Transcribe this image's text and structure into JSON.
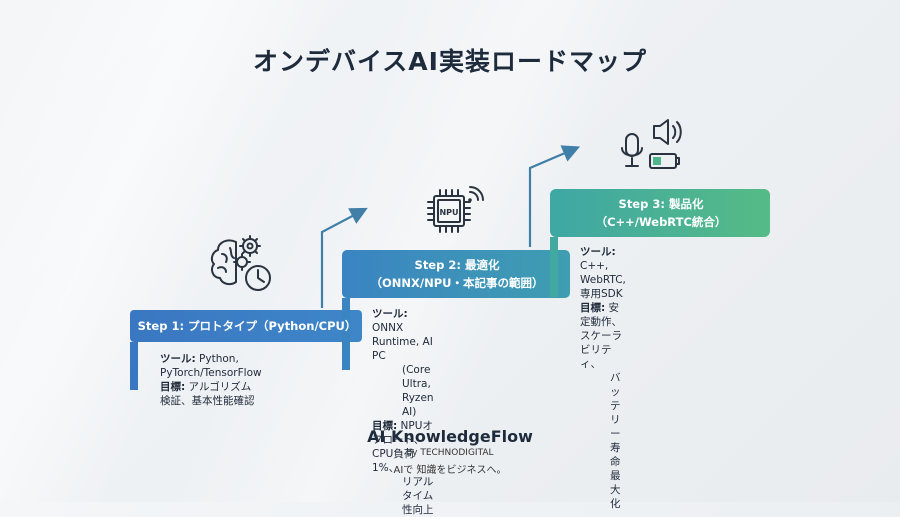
{
  "title": "オンデバイスAI実装ロードマップ",
  "steps": [
    {
      "head_line1": "Step 1: プロトタイプ（Python/CPU）",
      "tool_label": "ツール:",
      "tool_text": "Python, PyTorch/TensorFlow",
      "goal_label": "目標:",
      "goal_text": "アルゴリズム検証、基本性能確認",
      "icon": "brain-gears-clock-icon"
    },
    {
      "head_line1": "Step 2: 最適化",
      "head_line2": "（ONNX/NPU・本記事の範囲）",
      "tool_label": "ツール:",
      "tool_text": "ONNX Runtime, AI PC",
      "tool_text2": "(Core Ultra, Ryzen AI)",
      "goal_label": "目標:",
      "goal_text": "NPUオフロード、CPU負荷1%、",
      "goal_text2": "リアルタイム性向上",
      "icon": "npu-chip-icon",
      "icon_text": "NPU"
    },
    {
      "head_line1": "Step 3: 製品化",
      "head_line2": "（C++/WebRTC統合）",
      "tool_label": "ツール:",
      "tool_text": "C++, WebRTC, 専用SDK",
      "goal_label": "目標:",
      "goal_text": "安定動作、スケーラビリティ、",
      "goal_text2": "バッテリー寿命最大化",
      "icon": "microphone-speaker-battery-icon"
    }
  ],
  "brand": {
    "name": "AI KnowledgeFlow",
    "by": "by TECHNODIGITAL",
    "tagline": "AIで 知識をビジネスへ。"
  },
  "colors": {
    "step1": "#3c7fc6",
    "step2": "#3a8fb8",
    "step3": "#4fb58a",
    "arrow": "#3f7fa8",
    "text": "#1f2a3a"
  }
}
